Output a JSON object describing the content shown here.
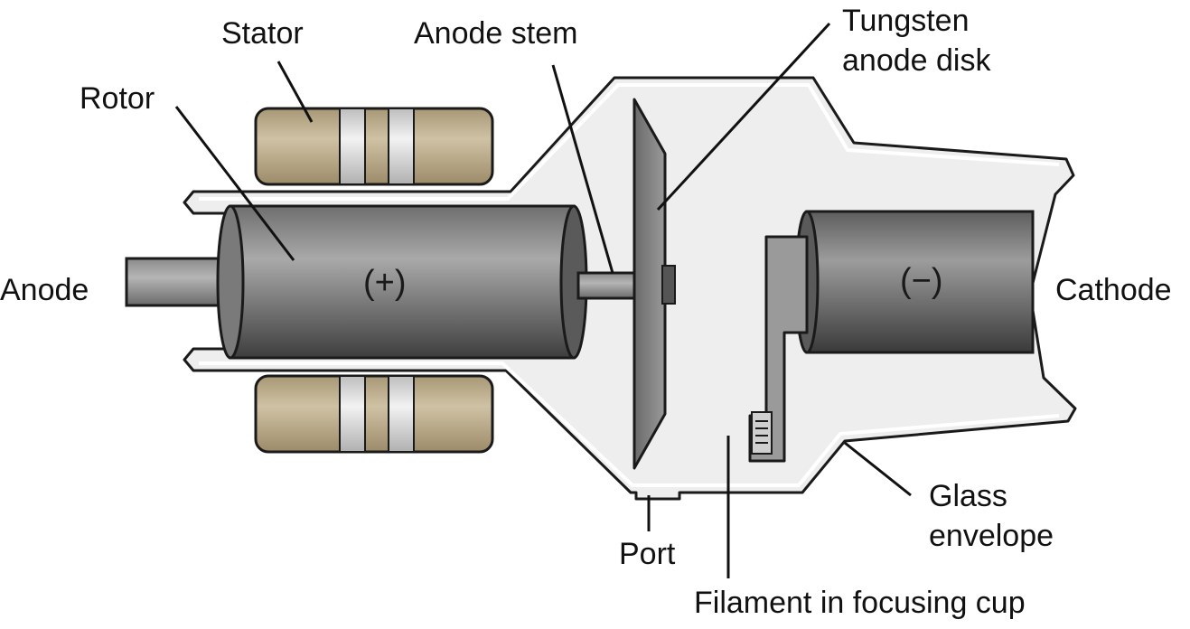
{
  "labels": {
    "stator": "Stator",
    "anode_stem": "Anode stem",
    "tungsten_line1": "Tungsten",
    "tungsten_line2": "anode disk",
    "rotor": "Rotor",
    "anode": "Anode",
    "cathode": "Cathode",
    "glass_line1": "Glass",
    "glass_line2": "envelope",
    "port": "Port",
    "filament": "Filament in focusing cup"
  },
  "symbols": {
    "positive": "(+)",
    "negative": "(−)"
  },
  "colors": {
    "background": "#ffffff",
    "glass_fill": "#eeeeee",
    "outline": "#1a1a1a",
    "stator_tan": "#bfb092",
    "stator_band": "#e2e2e2",
    "metal_dark": "#4a4a4a",
    "metal_light": "#9a9a9a"
  }
}
